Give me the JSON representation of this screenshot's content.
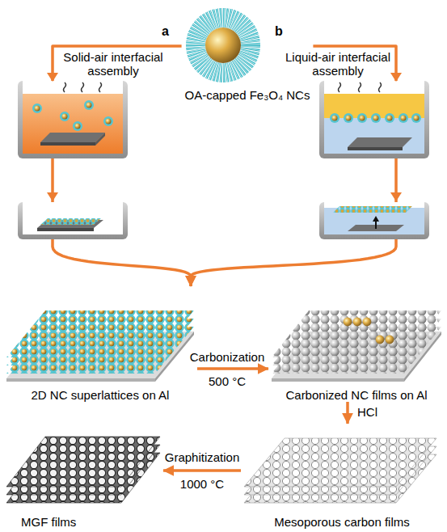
{
  "diagram": {
    "nodes": [
      {
        "text": [
          "OA-capped Fe₃O₄ NCs"
        ]
      },
      {
        "text": [
          "2D NC superlattices on Al"
        ]
      },
      {
        "text": [
          "Carbonized NC films on Al"
        ]
      },
      {
        "text": [
          "Mesoporous carbon films"
        ]
      },
      {
        "text": [
          "MGF films"
        ]
      }
    ],
    "edges": [
      {
        "from": 0,
        "to": 1,
        "label": "Solid-air interfacial assembly",
        "arrow": "to"
      },
      {
        "from": 0,
        "to": 1,
        "label": "Liquid-air interfacial assembly",
        "arrow": "to"
      },
      {
        "from": 1,
        "to": 2,
        "label": "Carbonization",
        "arrow": "to"
      },
      {
        "from": 2,
        "to": 3,
        "label": "HCl",
        "arrow": "to"
      },
      {
        "from": 3,
        "to": 4,
        "label": "Graphitization",
        "arrow": "to"
      }
    ],
    "labels": [
      "a",
      "b",
      "500 °C",
      "1000 °C"
    ]
  }
}
